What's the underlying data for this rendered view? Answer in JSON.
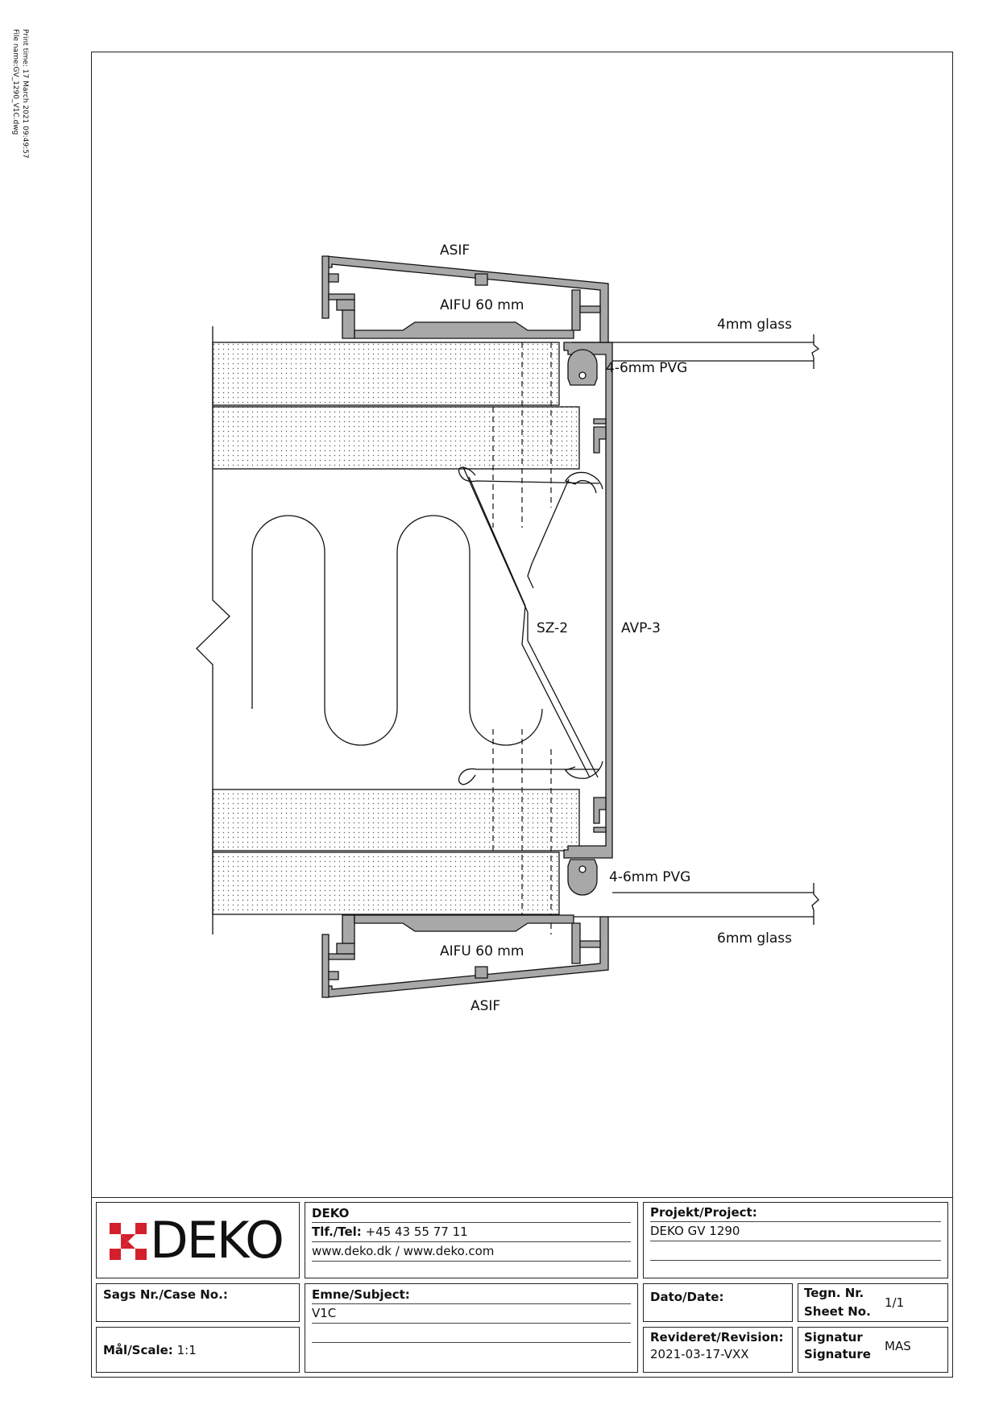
{
  "margin_note": {
    "print_time": "Print time: 17 March 2021 09:49:57",
    "file_name": "File name:GV_1290_V1C.dwg"
  },
  "drawing": {
    "labels": {
      "asif_top": "ASIF",
      "aifu_top": "AIFU 60 mm",
      "glass_top": "4mm glass",
      "pvg_top": "4-6mm PVG",
      "sz2": "SZ-2",
      "avp3": "AVP-3",
      "pvg_bottom": "4-6mm PVG",
      "glass_bottom": "6mm glass",
      "aifu_bottom": "AIFU 60 mm",
      "asif_bottom": "ASIF"
    }
  },
  "title_block": {
    "logo_text": "DEKO",
    "brand_color": "#d4202c",
    "company": "DEKO",
    "tel_label": "Tlf./Tel:",
    "tel_value": "+45 43 55 77 11",
    "web": "www.deko.dk / www.deko.com",
    "project_label": "Projekt/Project:",
    "project_value": "DEKO GV 1290",
    "case_label": "Sags Nr./Case No.:",
    "subject_label": "Emne/Subject:",
    "subject_value": "V1C",
    "date_label": "Dato/Date:",
    "sheet_label_1": "Tegn. Nr.",
    "sheet_label_2": "Sheet No.",
    "sheet_value": "1/1",
    "scale_label": "Mål/Scale:",
    "scale_value": "1:1",
    "revision_label": "Revideret/Revision:",
    "revision_value": "2021-03-17-VXX",
    "signature_label_1": "Signatur",
    "signature_label_2": "Signature",
    "signature_value": "MAS"
  }
}
